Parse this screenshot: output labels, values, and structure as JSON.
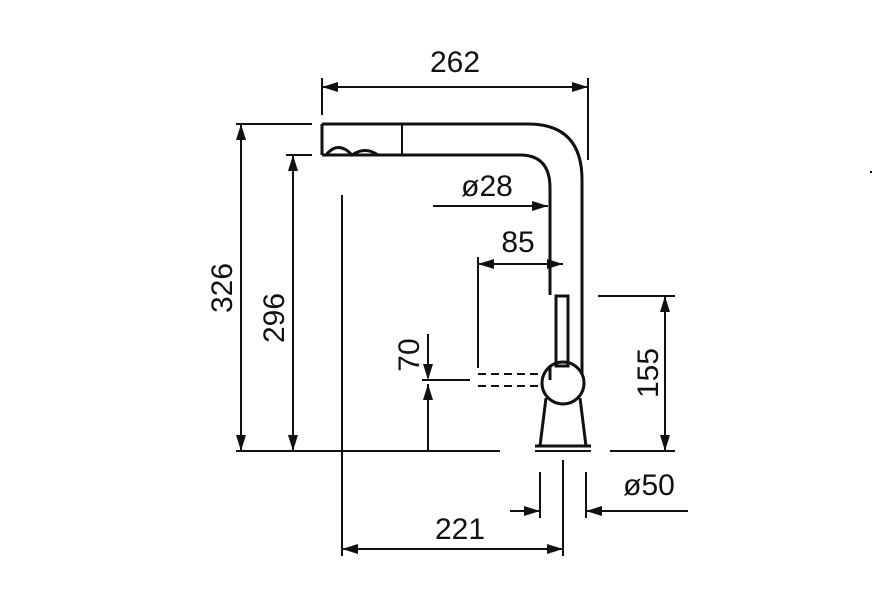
{
  "dimensions": {
    "overall_width": "262",
    "overall_height": "326",
    "spout_height": "296",
    "spout_diameter": "ø28",
    "spout_offset": "85",
    "swivel_height": "70",
    "base_height": "155",
    "base_diameter": "ø50",
    "reach": "221"
  }
}
